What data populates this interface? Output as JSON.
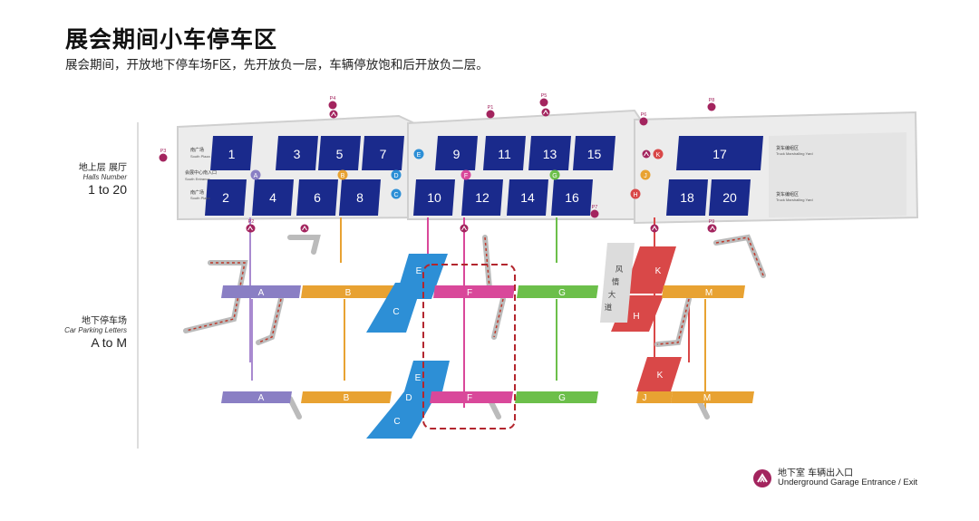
{
  "header": {
    "title": "展会期间小车停车区",
    "subtitle": "展会期间，开放地下停车场F区，先开放负一层，车辆停放饱和后开放负二层。"
  },
  "halls_label": {
    "cn": "地上层 展厅",
    "en": "Halls Number",
    "range": "1 to 20"
  },
  "parking_label": {
    "cn": "地下停车场",
    "en": "Car Parking Letters",
    "range": "A to M"
  },
  "halls": {
    "top_row": [
      "1",
      "3",
      "5",
      "7",
      "9",
      "11",
      "13",
      "15",
      "17"
    ],
    "bottom_row": [
      "2",
      "4",
      "6",
      "8",
      "10",
      "12",
      "14",
      "16",
      "18",
      "20"
    ],
    "color": "#1a2a8c"
  },
  "plaza_labels": {
    "south_plaza_cn": "南广场",
    "south_plaza_en": "South Plaza",
    "south_entrance_cn": "会展中心南入口",
    "south_entrance_en": "South Entrance",
    "truck_yard_cn": "货车编组区",
    "truck_yard_en": "Truck Marshalling Yard"
  },
  "markers": {
    "letters": [
      "A",
      "B",
      "C",
      "D",
      "E",
      "F",
      "G",
      "H",
      "J",
      "K"
    ],
    "p_labels": [
      "P1",
      "P2",
      "P3",
      "P4",
      "P5",
      "P6",
      "P7",
      "P8",
      "P9"
    ]
  },
  "level1_zones": [
    {
      "label": "A",
      "color": "#8a7fc4"
    },
    {
      "label": "B",
      "color": "#e8a232"
    },
    {
      "label": "E",
      "color": "#2d8fd6"
    },
    {
      "label": "C",
      "color": "#2d8fd6"
    },
    {
      "label": "F",
      "color": "#d9489a"
    },
    {
      "label": "G",
      "color": "#6cbf4a"
    },
    {
      "label": "K",
      "color": "#d94848"
    },
    {
      "label": "H",
      "color": "#d94848"
    },
    {
      "label": "M",
      "color": "#e8a232"
    }
  ],
  "level2_zones": [
    {
      "label": "A",
      "color": "#8a7fc4"
    },
    {
      "label": "B",
      "color": "#e8a232"
    },
    {
      "label": "E",
      "color": "#2d8fd6"
    },
    {
      "label": "D",
      "color": "#2d8fd6"
    },
    {
      "label": "C",
      "color": "#2d8fd6"
    },
    {
      "label": "F",
      "color": "#d9489a"
    },
    {
      "label": "G",
      "color": "#6cbf4a"
    },
    {
      "label": "K",
      "color": "#d94848"
    },
    {
      "label": "J",
      "color": "#e8a232"
    },
    {
      "label": "M",
      "color": "#e8a232"
    }
  ],
  "tunnel_label": [
    "风",
    "情",
    "大",
    "道"
  ],
  "legend": {
    "icon": "garage-entrance-icon",
    "cn": "地下室 车辆出入口",
    "en": "Underground Garage Entrance / Exit",
    "color": "#a3245e"
  },
  "highlight_color": "#b3262e"
}
